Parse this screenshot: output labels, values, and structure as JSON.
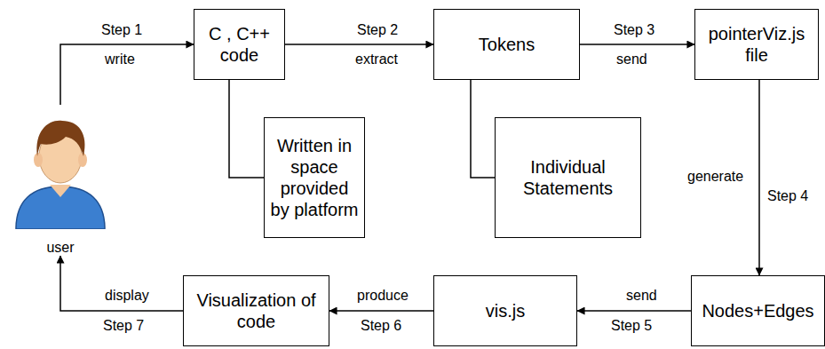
{
  "diagram": {
    "nodes": [
      {
        "text": [
          "user"
        ]
      },
      {
        "text": [
          "C , C++ code"
        ]
      },
      {
        "text": [
          "Written in space provided by platform"
        ]
      },
      {
        "text": [
          "Tokens"
        ]
      },
      {
        "text": [
          "Individual Statements"
        ]
      },
      {
        "text": [
          "pointerViz.js file"
        ]
      },
      {
        "text": [
          "Nodes+Edges"
        ]
      },
      {
        "text": [
          "vis.js"
        ]
      },
      {
        "text": [
          "Visualization of code"
        ]
      }
    ],
    "edges": [
      {
        "from": 0,
        "to": 1,
        "arrow": "to",
        "label": "Step 1"
      },
      {
        "from": 1,
        "to": 2,
        "arrow": "none"
      },
      {
        "from": 1,
        "to": 3,
        "arrow": "to",
        "label": "Step 2"
      },
      {
        "from": 3,
        "to": 4,
        "arrow": "none"
      },
      {
        "from": 3,
        "to": 5,
        "arrow": "to",
        "label": "Step 3"
      },
      {
        "from": 5,
        "to": 6,
        "arrow": "to",
        "label": "Step 4"
      },
      {
        "from": 6,
        "to": 7,
        "arrow": "to",
        "label": "Step 5"
      },
      {
        "from": 7,
        "to": 8,
        "arrow": "to",
        "label": "Step 6"
      },
      {
        "from": 8,
        "to": 0,
        "arrow": "to",
        "label": "Step 7"
      }
    ],
    "labels": [
      "write",
      "extract",
      "send",
      "generate",
      "send",
      "produce",
      "display"
    ]
  }
}
